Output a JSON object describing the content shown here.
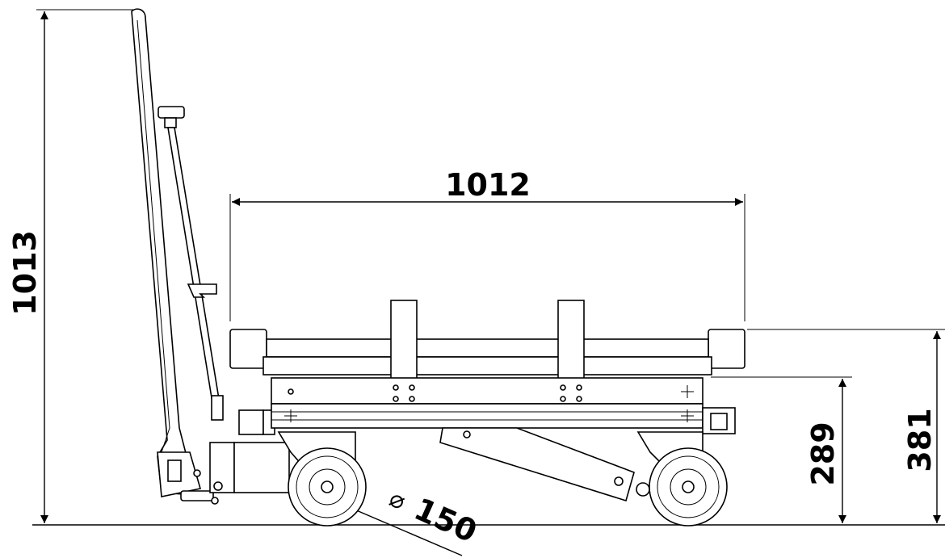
{
  "dimensions": {
    "overall_height": "1013",
    "platform_length": "1012",
    "wheel_diameter_symbol": "⌀",
    "wheel_diameter": "150",
    "min_platform_height": "289",
    "max_platform_height": "381"
  },
  "colors": {
    "line": "#000000",
    "background": "#ffffff"
  }
}
